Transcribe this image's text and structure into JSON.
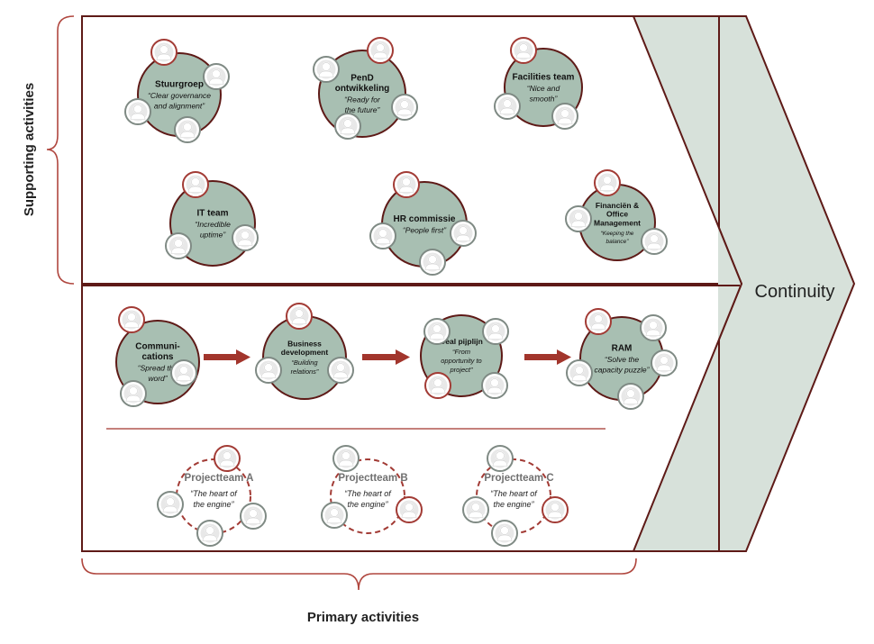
{
  "labels": {
    "supporting": "Supporting activities",
    "primary": "Primary activities",
    "continuity": "Continuity"
  },
  "colors": {
    "border": "#5e1a17",
    "teal": "#a8bfb2",
    "ring_red": "#a23b35",
    "ring_grey": "#7f8a84",
    "arrow": "#a2352c",
    "chevron": "#d7e1da",
    "brace": "#b0473f",
    "avatar_bg": "#e8e8e8"
  },
  "supporting": [
    {
      "id": "stuurgroep",
      "title": [
        "Stuurgroep"
      ],
      "quote": [
        "“Clear governance",
        "and alignment”"
      ]
    },
    {
      "id": "pend",
      "title": [
        "PenD",
        "ontwikkeling"
      ],
      "quote": [
        "“Ready for",
        "the future”"
      ]
    },
    {
      "id": "facilities",
      "title": [
        "Facilities team"
      ],
      "quote": [
        "“Nice and",
        "smooth”"
      ]
    },
    {
      "id": "it",
      "title": [
        "IT team"
      ],
      "quote": [
        "“Incredible",
        "uptime”"
      ]
    },
    {
      "id": "hr",
      "title": [
        "HR commissie"
      ],
      "quote": [
        "“People first”"
      ]
    },
    {
      "id": "financien",
      "title": [
        "Financiën &",
        "Office",
        "Management"
      ],
      "quote": [
        "“Keeping the",
        "balance”"
      ]
    }
  ],
  "primary": [
    {
      "id": "communications",
      "title": [
        "Communi-",
        "cations"
      ],
      "quote": [
        "“Spread the",
        "word”"
      ]
    },
    {
      "id": "business",
      "title": [
        "Business",
        "development"
      ],
      "quote": [
        "“Building",
        "relations”"
      ]
    },
    {
      "id": "deal",
      "title": [
        "Deal pijplijn"
      ],
      "quote": [
        "“From",
        "opportunity to",
        "project”"
      ]
    },
    {
      "id": "ram",
      "title": [
        "RAM"
      ],
      "quote": [
        "“Solve the",
        "capacity puzzle”"
      ]
    }
  ],
  "projects": [
    {
      "id": "a",
      "title": "Projectteam A",
      "quote": [
        "“The heart of",
        "the engine”"
      ]
    },
    {
      "id": "b",
      "title": "Projectteam B",
      "quote": [
        "“The heart of",
        "the engine”"
      ]
    },
    {
      "id": "c",
      "title": "Projectteam C",
      "quote": [
        "“The heart of",
        "the engine”"
      ]
    }
  ]
}
